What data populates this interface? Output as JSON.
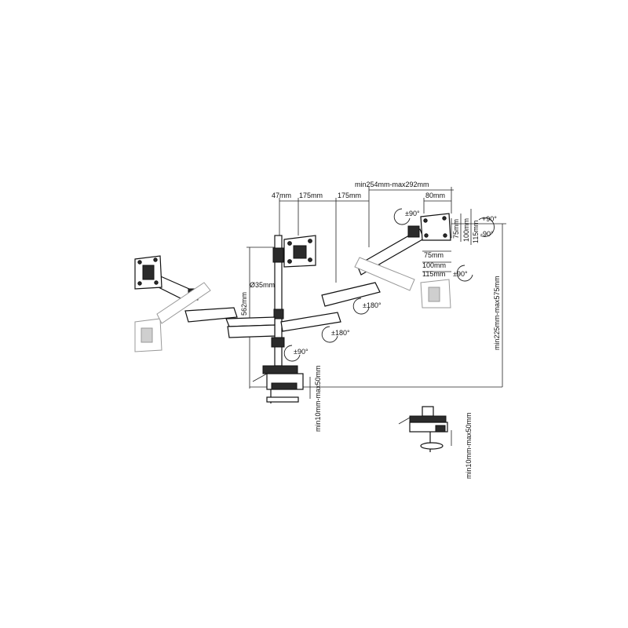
{
  "labels": {
    "dim_47": "47mm",
    "dim_175_a": "175mm",
    "dim_175_b": "175mm",
    "dim_min254": "min254mm-max292mm",
    "dim_80": "80mm",
    "dim_562": "562mm",
    "dim_d35": "Ø35mm",
    "dim_height_range": "min225mm-max575mm",
    "clamp_main": "min10mm-max50mm",
    "clamp_grommet": "min10mm-max50mm",
    "vesa_75_v": "75mm",
    "vesa_100_v": "100mm",
    "vesa_115_v": "115mm",
    "vesa_75_h": "75mm",
    "vesa_100_h": "100mm",
    "vesa_115_h": "115mm",
    "tilt_up": "+90°",
    "tilt_down": "-90°",
    "swivel_top": "±90°",
    "swivel_head": "±90°",
    "rot_180_right": "±180°",
    "rot_180_center": "±180°",
    "rot_90_bottom": "±90°"
  },
  "colors": {
    "line": "#111111",
    "ghost": "#999999",
    "dark": "#2b2b2b"
  }
}
